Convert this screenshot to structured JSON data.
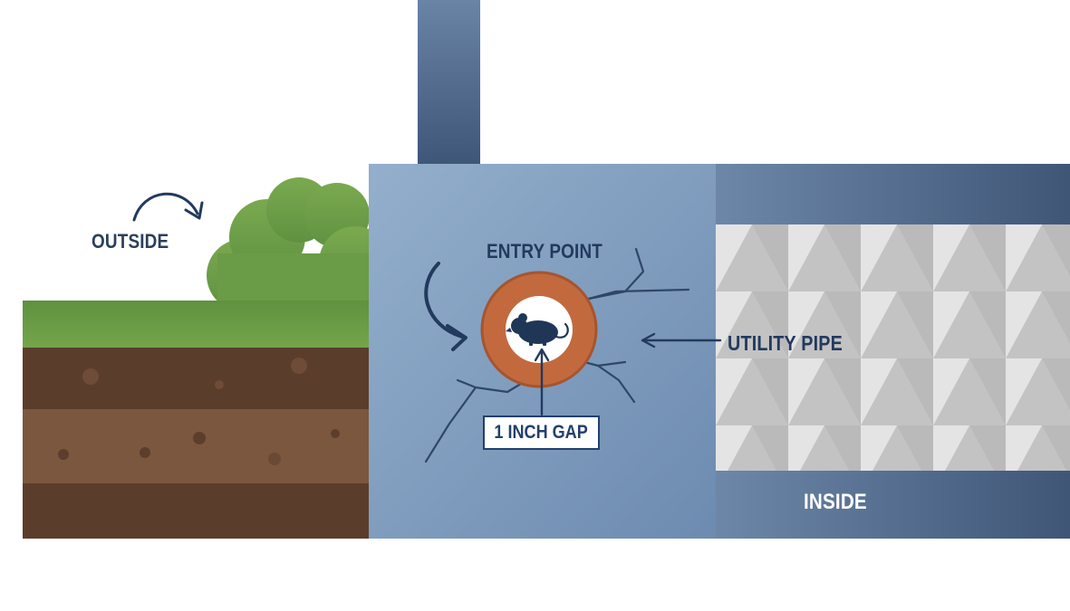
{
  "labels": {
    "outside": "OUTSIDE",
    "entry_point": "ENTRY POINT",
    "utility_pipe": "UTILITY PIPE",
    "gap": "1 INCH GAP",
    "inside": "INSIDE"
  },
  "icons": [
    "mouse-icon",
    "curved-arrow-icon",
    "straight-arrow-icon"
  ],
  "colors": {
    "grass": "#6e9f45",
    "soil_dark": "#5a3d2c",
    "soil_light": "#7a573e",
    "wall": "#7d9bbd",
    "interior": "#52698a",
    "ring": "#c1693c",
    "text": "#223a5e"
  }
}
